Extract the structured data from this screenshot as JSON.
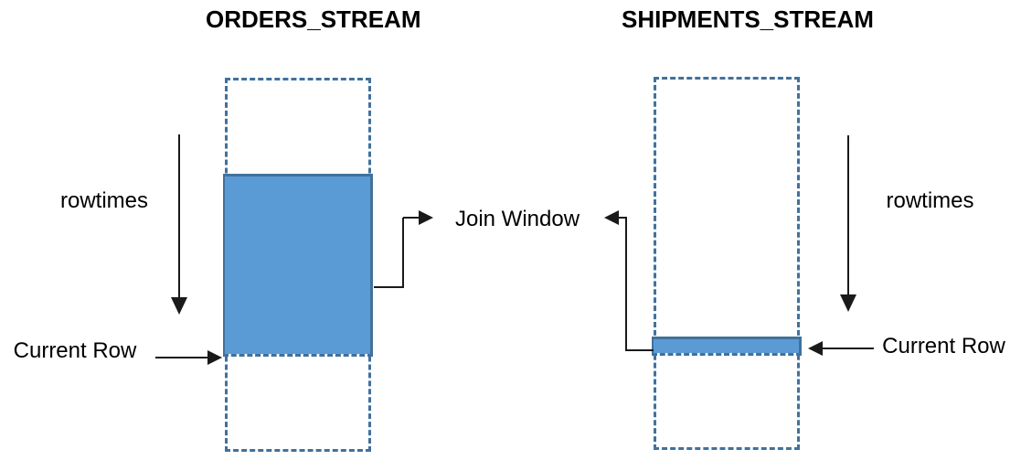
{
  "diagram": {
    "left_stream": {
      "title": "ORDERS_STREAM",
      "rowtimes_label": "rowtimes",
      "current_row_label": "Current Row"
    },
    "right_stream": {
      "title": "SHIPMENTS_STREAM",
      "rowtimes_label": "rowtimes",
      "current_row_label": "Current Row"
    },
    "join_window_label": "Join Window",
    "colors": {
      "stream_outline": "#41719c",
      "window_fill": "#5b9bd5",
      "window_border": "#41719c",
      "arrow_line": "#1a1a1a",
      "text": "#000000"
    }
  }
}
